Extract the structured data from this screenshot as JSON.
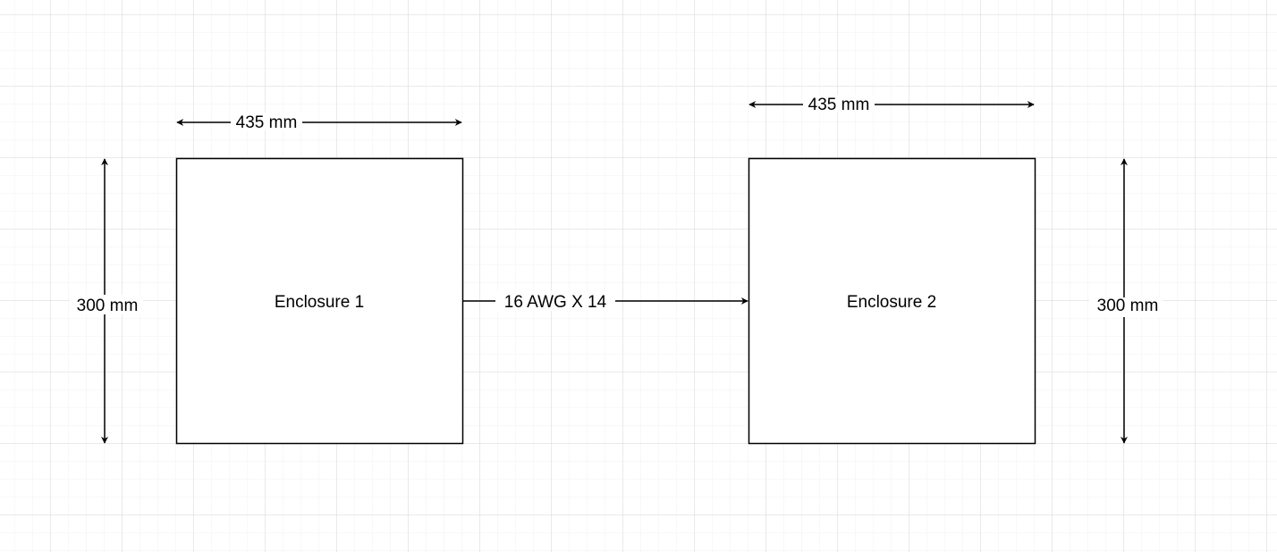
{
  "enclosures": [
    {
      "label": "Enclosure 1"
    },
    {
      "label": "Enclosure 2"
    }
  ],
  "dimensions": {
    "width1": "435 mm",
    "width2": "435 mm",
    "height1": "300 mm",
    "height2": "300 mm"
  },
  "connection": {
    "label": "16 AWG X 14"
  }
}
